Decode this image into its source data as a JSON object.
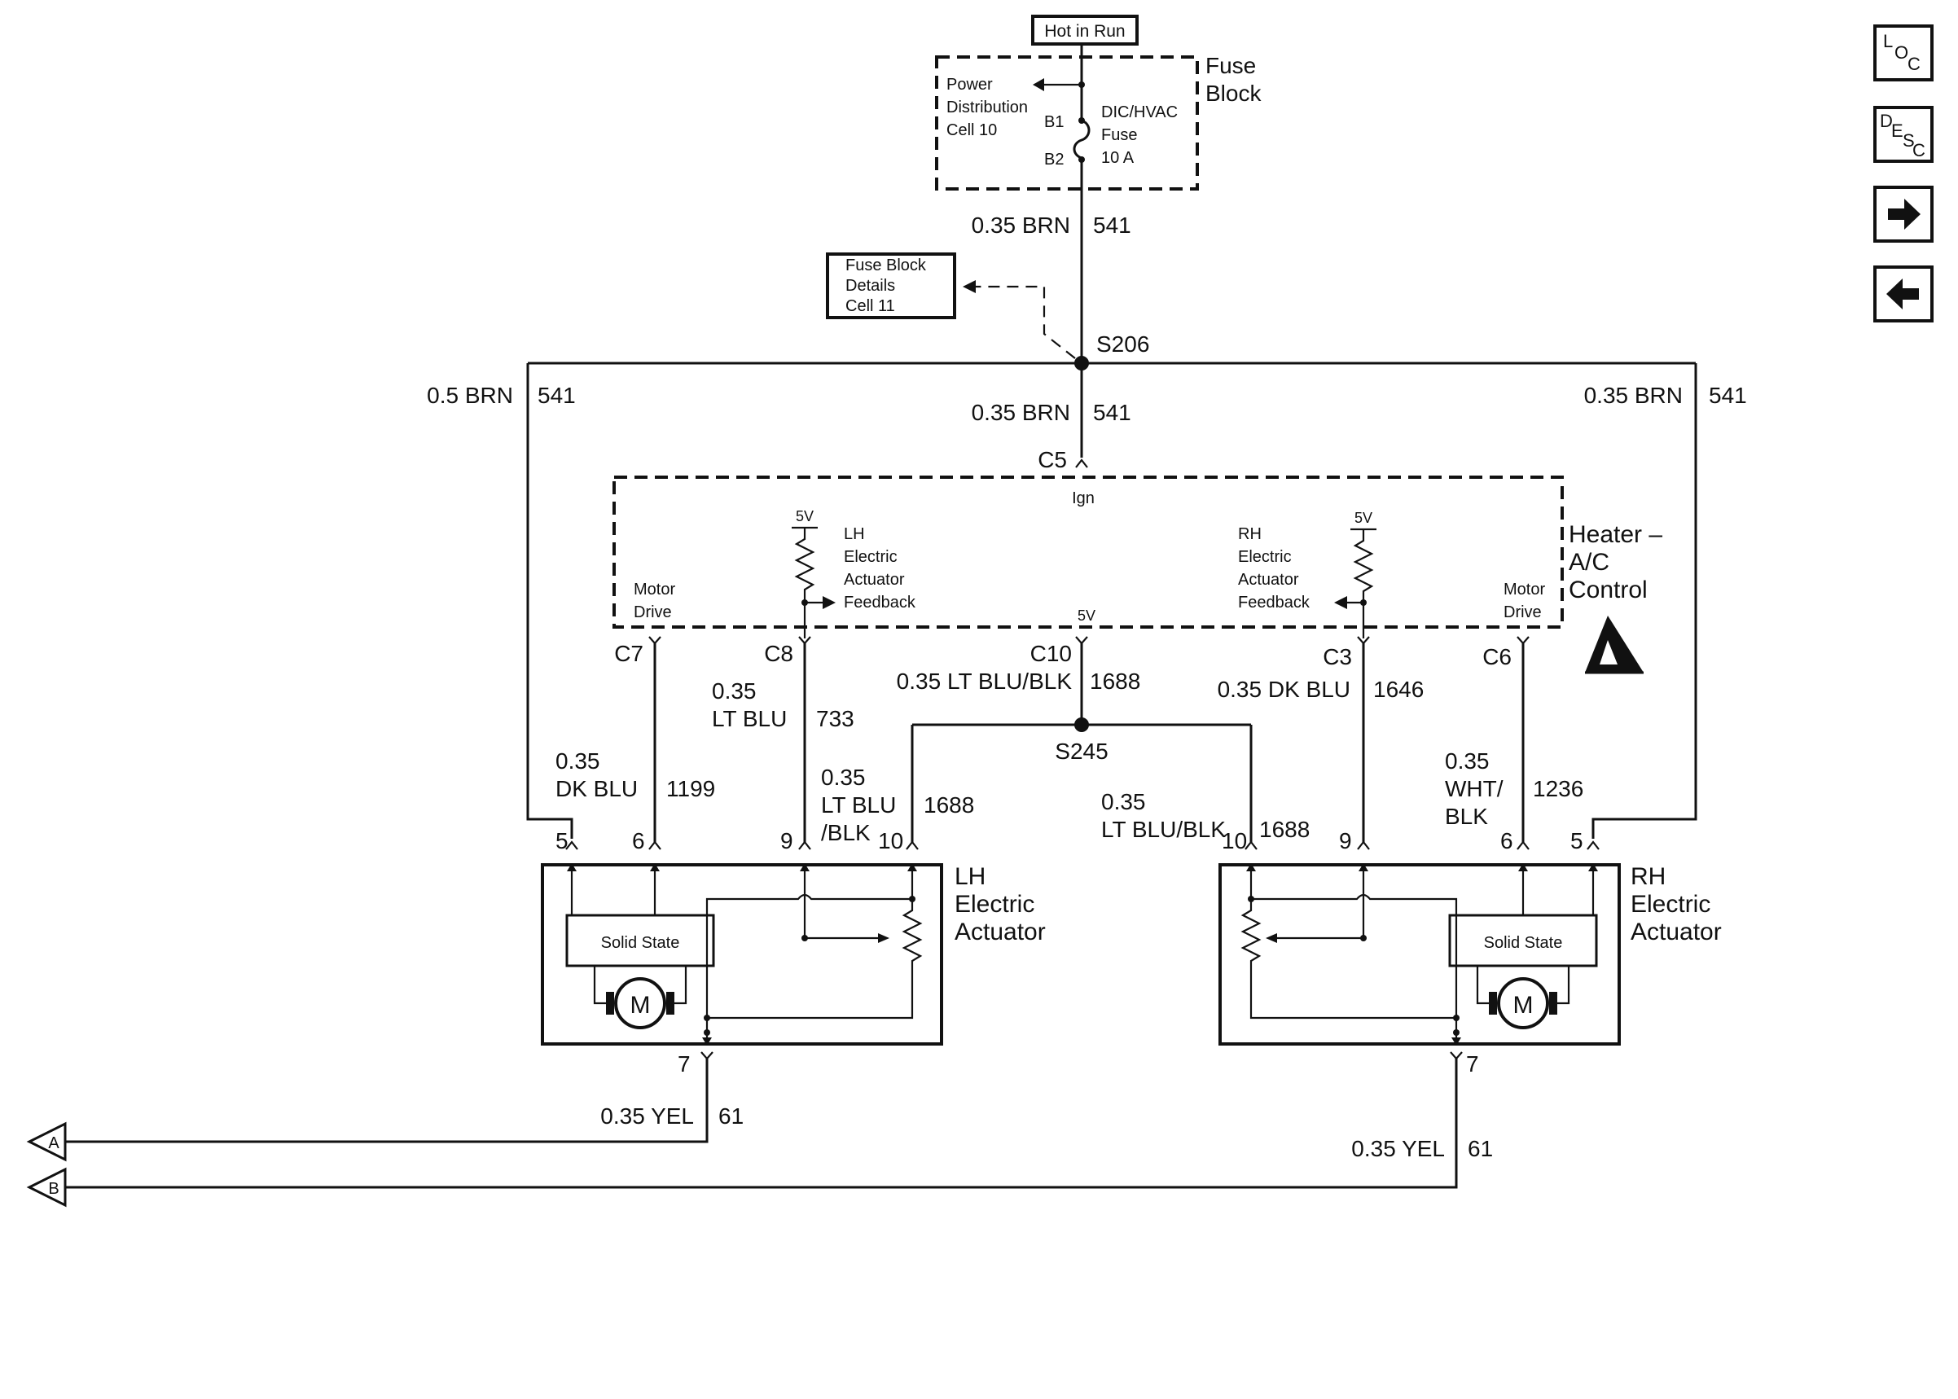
{
  "nav": {
    "loc": [
      "L",
      "O",
      "C"
    ],
    "desc": [
      "D",
      "E",
      "S",
      "C"
    ]
  },
  "power": {
    "hot_in_run": "Hot in Run",
    "fuse_block_title": [
      "Fuse",
      "Block"
    ],
    "pdc": [
      "Power",
      "Distribution",
      "Cell 10"
    ],
    "b1": "B1",
    "b2": "B2",
    "fuse": [
      "DIC/HVAC",
      "Fuse",
      "10 A"
    ],
    "fuse_details": [
      "Fuse Block",
      "Details",
      "Cell 11"
    ]
  },
  "splices": {
    "s206": "S206",
    "s245": "S245"
  },
  "wires": {
    "top_gauge": "0.35 BRN",
    "top_circuit": "541",
    "left_gauge": "0.5 BRN",
    "left_circuit": "541",
    "mid_gauge": "0.35 BRN",
    "mid_circuit": "541",
    "right_gauge": "0.35 BRN",
    "right_circuit": "541",
    "c10_gauge": "0.35 LT BLU/BLK",
    "c10_circuit": "1688",
    "c3_gauge": "0.35 DK BLU",
    "c3_circuit": "1646",
    "c8_gauge": [
      "0.35",
      "LT BLU"
    ],
    "c8_circuit": "733",
    "c7_gauge": [
      "0.35",
      "DK BLU"
    ],
    "c7_circuit": "1199",
    "lh10_gauge": [
      "0.35",
      "LT BLU",
      "/BLK"
    ],
    "lh10_circuit": "1688",
    "rh10_gauge": [
      "0.35",
      "LT BLU/BLK"
    ],
    "rh10_circuit": "1688",
    "c6_gauge": [
      "0.35",
      "WHT/",
      "BLK"
    ],
    "c6_circuit": "1236",
    "lh_ground_gauge": "0.35 YEL",
    "lh_ground_circuit": "61",
    "rh_ground_gauge": "0.35 YEL",
    "rh_ground_circuit": "61"
  },
  "connectors": {
    "c5": "C5",
    "c7": "C7",
    "c8": "C8",
    "c10": "C10",
    "c3": "C3",
    "c6": "C6"
  },
  "hvac": {
    "title": [
      "Heater –",
      "A/C",
      "Control"
    ],
    "ign": "Ign",
    "fivev": "5V",
    "lh_motor_drive": [
      "Motor",
      "Drive"
    ],
    "rh_motor_drive": [
      "Motor",
      "Drive"
    ],
    "lh_feedback": [
      "LH",
      "Electric",
      "Actuator",
      "Feedback"
    ],
    "rh_feedback": [
      "RH",
      "Electric",
      "Actuator",
      "Feedback"
    ]
  },
  "lh_actuator": {
    "title": [
      "LH",
      "Electric",
      "Actuator"
    ],
    "solid_state": "Solid State",
    "motor": "M",
    "pins": [
      "5",
      "6",
      "9",
      "10",
      "7"
    ]
  },
  "rh_actuator": {
    "title": [
      "RH",
      "Electric",
      "Actuator"
    ],
    "solid_state": "Solid State",
    "motor": "M",
    "pins": [
      "10",
      "9",
      "6",
      "5",
      "7"
    ]
  },
  "refs": {
    "a": "A",
    "b": "B"
  }
}
